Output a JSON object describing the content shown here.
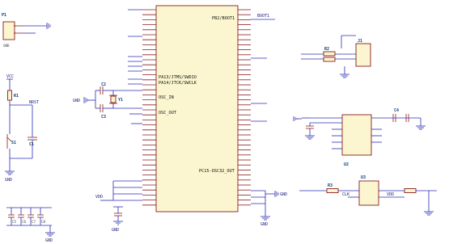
{
  "schematic": {
    "mcu": {
      "ref": "",
      "left_pins": [
        "PA13/JTMS/SWDIO",
        "PA14/JTCK/SWCLK",
        "OSC_IN",
        "OSC_OUT"
      ],
      "right_pins": [
        "PB2/BOOT1",
        "PC15-OSC32_OUT"
      ]
    },
    "net_labels": {
      "boot1": "BOOT1",
      "gnd_top": "GND",
      "gnd_osc": "GND",
      "gnd_bottom": "GND",
      "gnd_reset": "GND",
      "gnd_cap_bank": "GND",
      "gnd_vdd": "GND",
      "vcc_reset": "VCC",
      "reset_net": "NRST",
      "vdd_left": "VDD",
      "vdd_right": "VDD",
      "clk_out": "CLK",
      "header_ref": "J1"
    },
    "components": {
      "header": "P1",
      "reset_res": "R1",
      "reset_sw": "S1",
      "reset_cap": "C1",
      "crystal": "Y1",
      "xtal_c1": "C2",
      "xtal_c2": "C3",
      "usb_res": "R2",
      "reg_ic": "U2",
      "reg_cap": "C4",
      "osc_ic": "U3",
      "osc_res": "R3",
      "bank_caps": [
        "C5",
        "C6",
        "C7",
        "C8"
      ]
    },
    "colors": {
      "wire": "#2b2bb8",
      "part": "#8a1d1d",
      "body": "#fbf6cf",
      "pin_dot": "#b01818"
    }
  }
}
